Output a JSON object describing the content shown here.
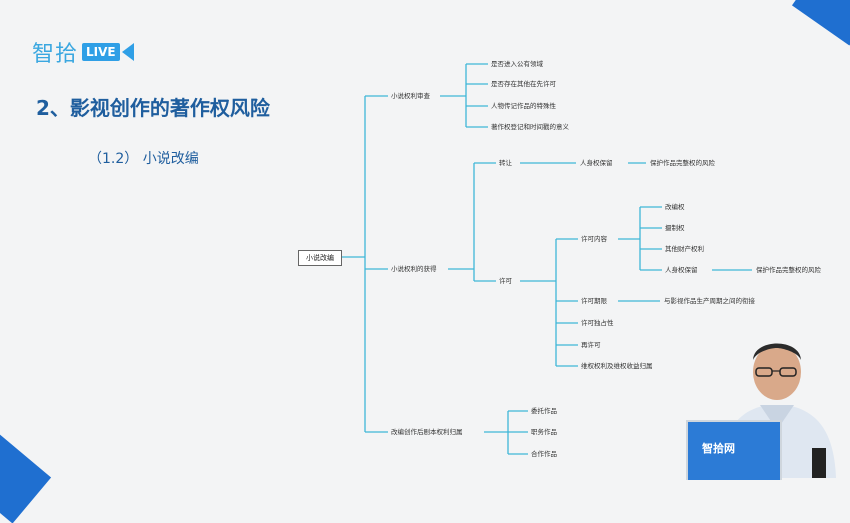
{
  "header": {
    "logo_text": "智拾",
    "logo_badge": "LIVE"
  },
  "slide": {
    "title": "2、影视创作的著作权风险",
    "subtitle": "（1.2） 小说改编"
  },
  "mindmap": {
    "root": "小说改编",
    "branch1": {
      "label": "小说权利审查",
      "children": [
        "是否进入公有领域",
        "是否存在其他在先许可",
        "人物传记作品的特殊性",
        "著作权登记和时间戳的意义"
      ]
    },
    "branch2": {
      "label": "小说权利的获得",
      "transfer": {
        "label": "转让",
        "child": "人身权保留",
        "leaf": "保护作品完整权的风险"
      },
      "license": {
        "label": "许可",
        "content": {
          "label": "许可内容",
          "children": [
            "改编权",
            "摄制权",
            "其他财产权利"
          ],
          "moral": "人身权保留",
          "moral_leaf": "保护作品完整权的风险"
        },
        "term": {
          "label": "许可期限",
          "leaf": "与影视作品生产周期之间的衔接"
        },
        "others": [
          "许可独占性",
          "再许可",
          "维权权利及维权收益归属"
        ]
      }
    },
    "branch3": {
      "label": "改编创作后剧本权利归属",
      "children": [
        "委托作品",
        "职务作品",
        "合作作品"
      ]
    }
  },
  "laptop": {
    "brand": "智拾网"
  },
  "colors": {
    "accent": "#2f9fe6",
    "line": "#3fb6d8",
    "title": "#1f5e9e"
  }
}
